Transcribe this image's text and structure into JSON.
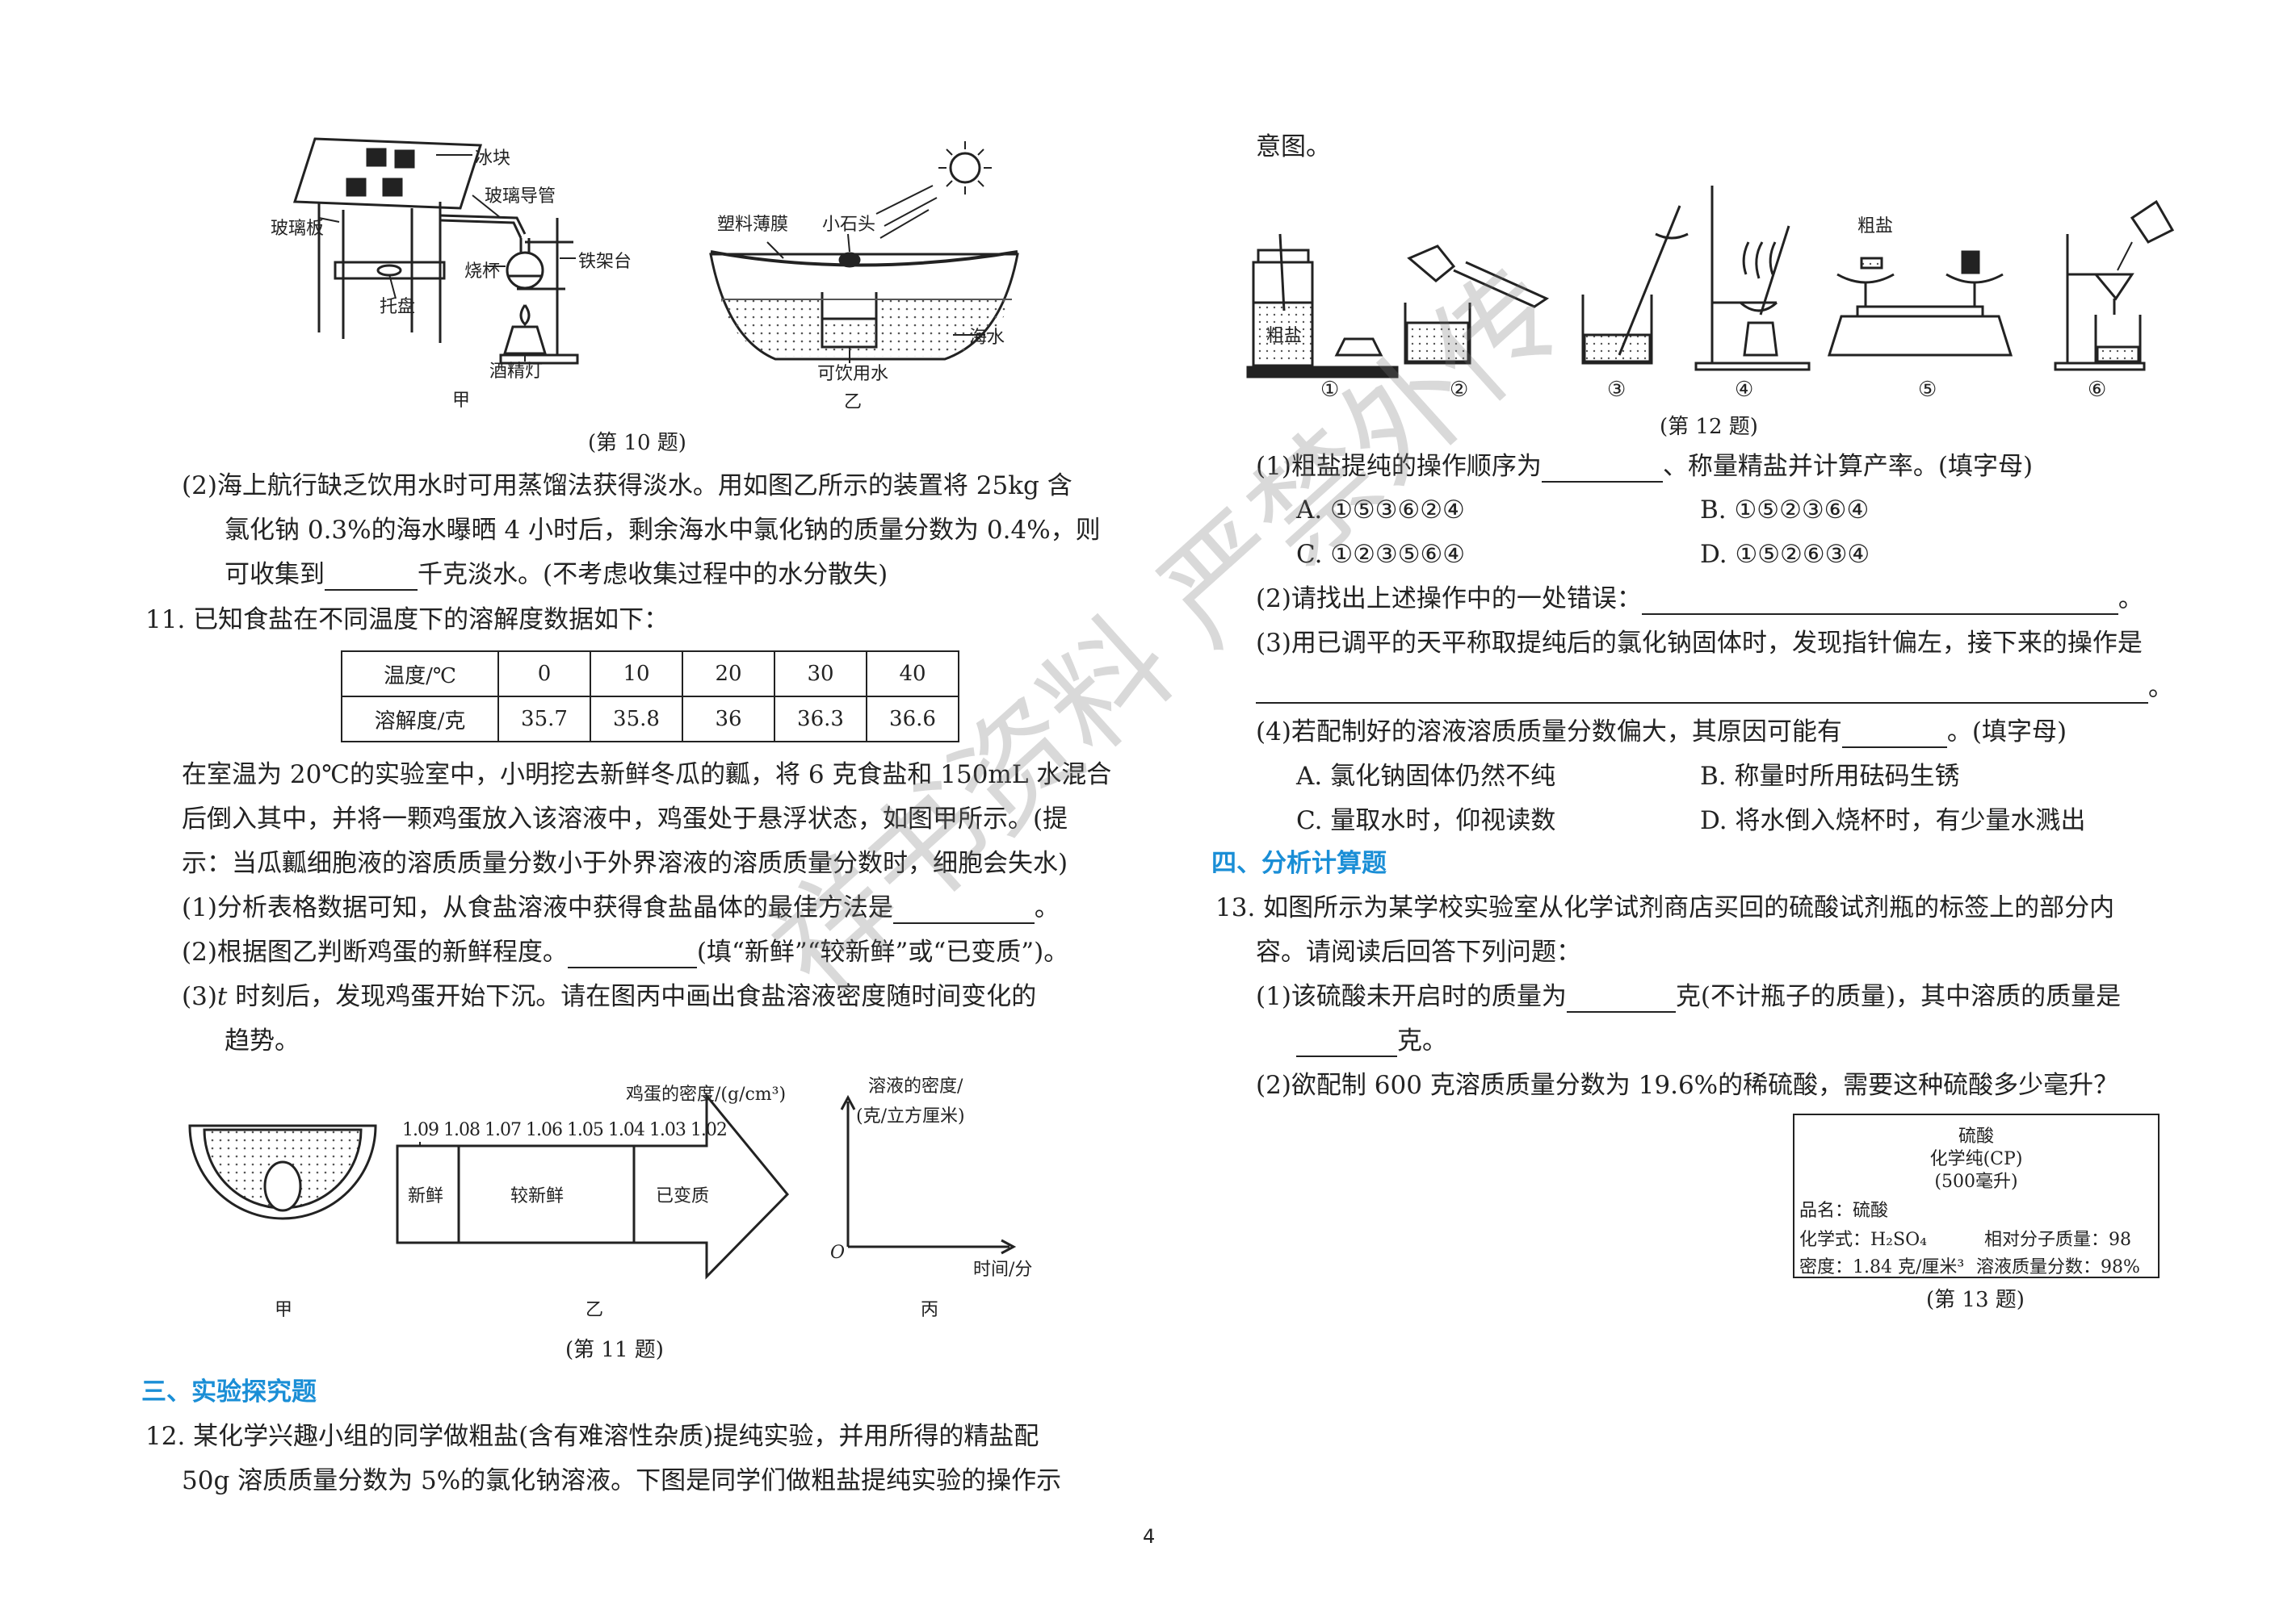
{
  "fig10": {
    "labels": {
      "ice": "冰块",
      "glass_plate": "玻璃板",
      "glass_tube": "玻璃导管",
      "beaker": "烧杯",
      "iron_stand": "铁架台",
      "tray": "托盘",
      "lamp": "酒精灯",
      "film": "塑料薄膜",
      "stone": "小石头",
      "seawater": "海水",
      "drinkable": "可饮用水"
    },
    "sub_a": "甲",
    "sub_b": "乙",
    "caption": "(第 10 题)"
  },
  "q10_2": [
    "(2)海上航行缺乏饮用水时可用蒸馏法获得淡水。用如图乙所示的装置将 25kg 含",
    "氯化钠 0.3%的海水曝晒 4 小时后，剩余海水中氯化钠的质量分数为 0.4%，则",
    "可收集到",
    "千克淡水。(不考虑收集过程中的水分散失)"
  ],
  "q11": {
    "intro": "11. 已知食盐在不同温度下的溶解度数据如下：",
    "table": {
      "row1": [
        "温度/℃",
        "0",
        "10",
        "20",
        "30",
        "40"
      ],
      "row2": [
        "溶解度/克",
        "35.7",
        "35.8",
        "36",
        "36.3",
        "36.6"
      ]
    },
    "p1": "在室温为 20℃的实验室中，小明挖去新鲜冬瓜的瓤，将 6 克食盐和 150mL 水混合",
    "p2": "后倒入其中，并将一颗鸡蛋放入该溶液中，鸡蛋处于悬浮状态，如图甲所示。(提",
    "p3": "示：当瓜瓤细胞液的溶质质量分数小于外界溶液的溶质质量分数时，细胞会失水)",
    "s1": "(1)分析表格数据可知，从食盐溶液中获得食盐晶体的最佳方法是",
    "s1end": "。",
    "s2a": "(2)根据图乙判断鸡蛋的新鲜程度。",
    "s2b": "(填“新鲜”“较新鲜”或“已变质”)。",
    "s3a": "(3)",
    "s3t": "t",
    "s3b": " 时刻后，发现鸡蛋开始下沉。请在图丙中画出食盐溶液密度随时间变化的",
    "s3c": "趋势。"
  },
  "fig11": {
    "arrow_title": "鸡蛋的密度/(g/cm³)",
    "ticks": [
      "1.09",
      "1.08",
      "1.07",
      "1.06",
      "1.05",
      "1.04",
      "1.03",
      "1.02"
    ],
    "zones": [
      "新鲜",
      "较新鲜",
      "已变质"
    ],
    "y_label_1": "溶液的密度/",
    "y_label_2": "(克/立方厘米)",
    "origin": "O",
    "x_label": "时间/分",
    "sub_a": "甲",
    "sub_b": "乙",
    "sub_c": "丙",
    "caption": "(第 11 题)"
  },
  "sec3": "三、实验探究题",
  "q12": {
    "l1": "12. 某化学兴趣小组的同学做粗盐(含有难溶性杂质)提纯实验，并用所得的精盐配",
    "l2": "50g 溶质质量分数为 5%的氯化钠溶液。下图是同学们做粗盐提纯实验的操作示",
    "l3": "意图。",
    "jar_label": "粗盐",
    "crude": "粗盐",
    "steps": [
      "①",
      "②",
      "③",
      "④",
      "⑤",
      "⑥"
    ],
    "caption": "(第 12 题)",
    "s1a": "(1)粗盐提纯的操作顺序为",
    "s1b": "、称量精盐并计算产率。(填字母)",
    "opt1": [
      "A. ①⑤③⑥②④",
      "B. ①⑤②③⑥④",
      "C. ①②③⑤⑥④",
      "D. ①⑤②⑥③④"
    ],
    "s2": "(2)请找出上述操作中的一处错误：",
    "s2end": "。",
    "s3": "(3)用已调平的天平称取提纯后的氯化钠固体时，发现指针偏左，接下来的操作是",
    "s3end": "。",
    "s4a": "(4)若配制好的溶液溶质质量分数偏大，其原因可能有",
    "s4b": "。(填字母)",
    "opt4": [
      "A. 氯化钠固体仍然不纯",
      "B. 称量时所用砝码生锈",
      "C. 量取水时，仰视读数",
      "D. 将水倒入烧杯时，有少量水溅出"
    ]
  },
  "sec4": "四、分析计算题",
  "q13": {
    "l1": "13. 如图所示为某学校实验室从化学试剂商店买回的硫酸试剂瓶的标签上的部分内",
    "l2": "容。请阅读后回答下列问题：",
    "s1a": "(1)该硫酸未开启时的质量为",
    "s1b": "克(不计瓶子的质量)，其中溶质的质量是",
    "s1c": "克。",
    "s2": "(2)欲配制 600 克溶质质量分数为 19.6%的稀硫酸，需要这种硫酸多少毫升？",
    "label": {
      "title": "硫酸",
      "grade": "化学纯(CP)",
      "volume": "(500毫升)",
      "name": "品名：硫酸",
      "formula": "化学式：H₂SO₄",
      "mw": "相对分子质量：98",
      "density": "密度：1.84 克/厘米³",
      "fraction": "溶液质量分数：98%"
    },
    "caption": "(第 13 题)"
  },
  "watermark": "祥书资料 严禁外传",
  "page_number": "4"
}
